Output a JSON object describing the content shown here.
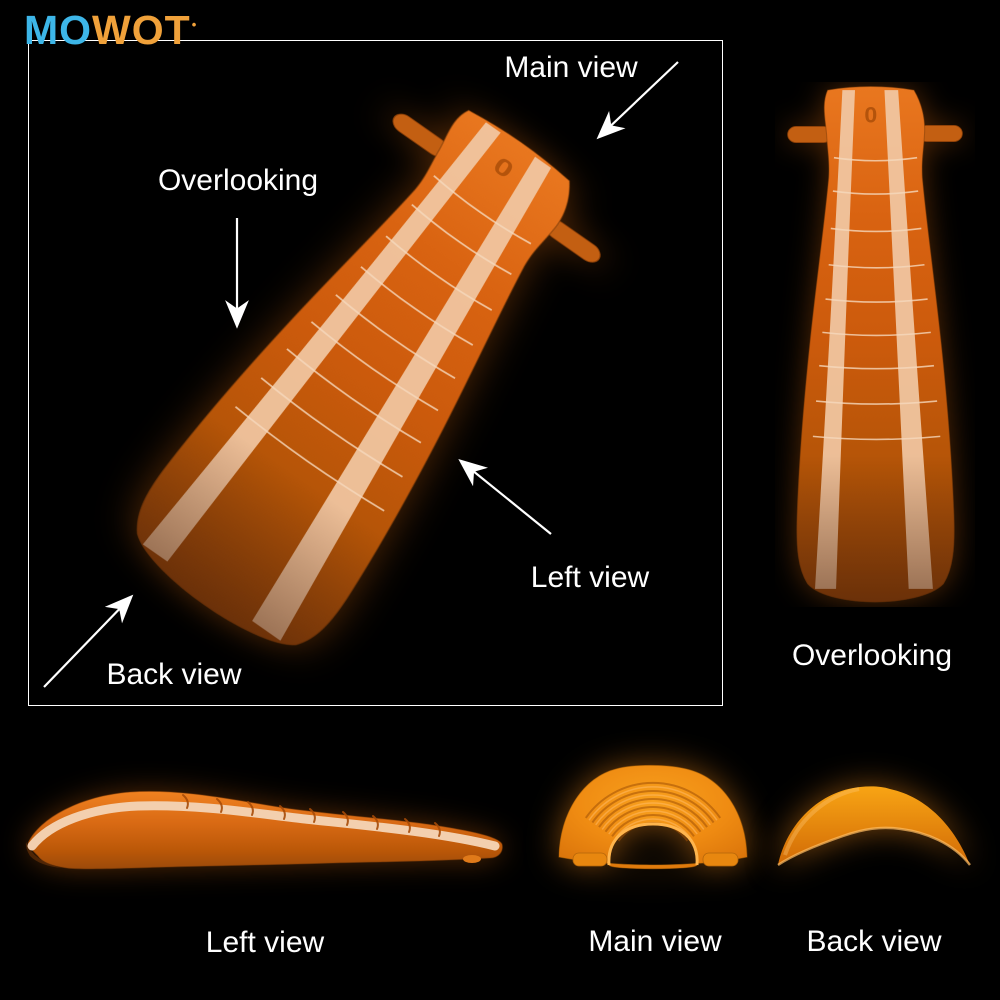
{
  "logo": {
    "part1": "MO",
    "part2": "WOT",
    "dot": "•",
    "part1_color": "#3db6e8",
    "part2_color": "#f0a13a"
  },
  "annotation_box": {
    "labels": {
      "main_view": "Main view",
      "overlooking": "Overlooking",
      "left_view": "Left view",
      "back_view": "Back view"
    }
  },
  "side_panel": {
    "overlooking_label": "Overlooking"
  },
  "bottom_row": {
    "left_view_label": "Left view",
    "main_view_label": "Main view",
    "back_view_label": "Back view"
  },
  "product": {
    "scale_mark": "0",
    "body_color": "#cb5a0c",
    "stripe_color": "#f1c8a4",
    "highlight_color": "#f08c10"
  },
  "colors": {
    "background": "#000000",
    "label_text": "#ffffff",
    "panel_border": "#ffffff"
  }
}
